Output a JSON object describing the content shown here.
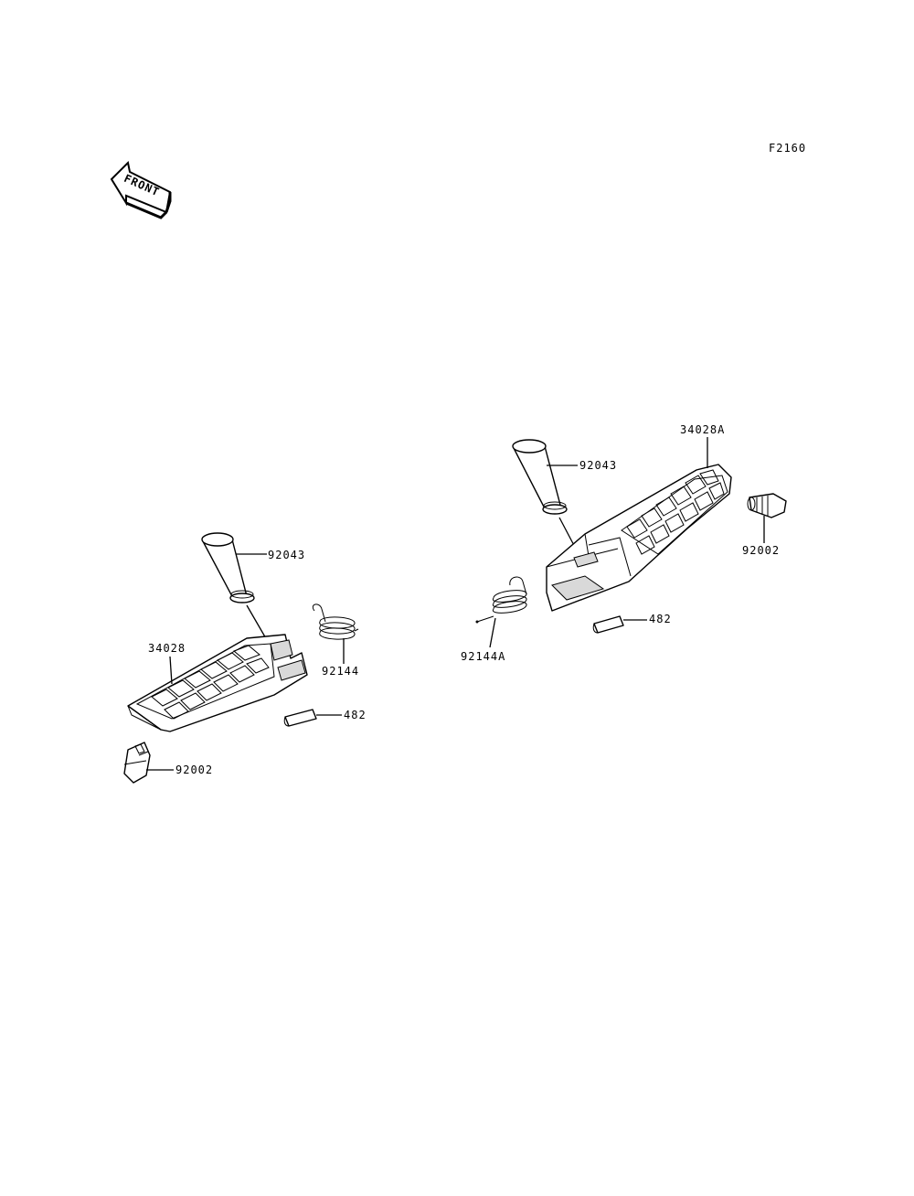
{
  "figure_code": "F2160",
  "front_badge": "FRONT",
  "left_assembly": {
    "pin": "92043",
    "footpeg": "34028",
    "spring": "92144",
    "clip": "482",
    "stopper": "92002"
  },
  "right_assembly": {
    "pin": "92043",
    "footpeg": "34028A",
    "spring": "92144A",
    "clip": "482",
    "stopper": "92002"
  }
}
